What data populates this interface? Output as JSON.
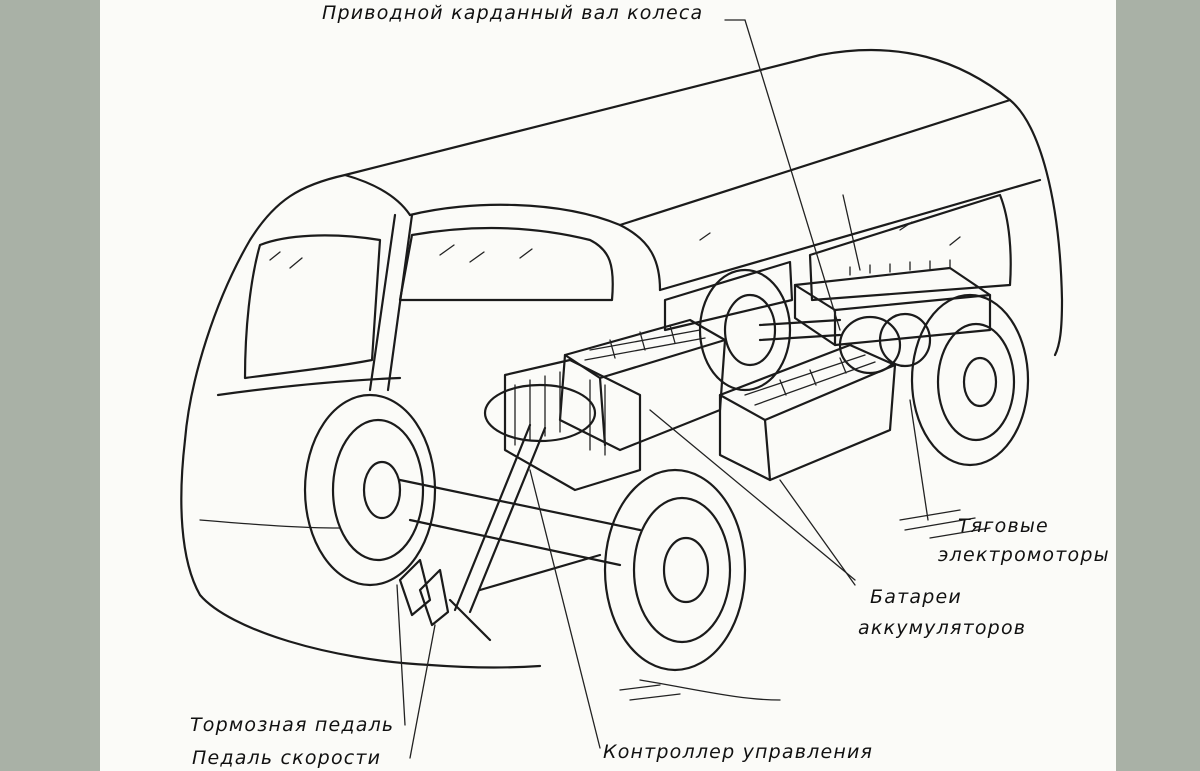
{
  "labels": {
    "drive_shaft": "Приводной карданный вал колеса",
    "traction_motors_line1": "Тяговые",
    "traction_motors_line2": "электромоторы",
    "batteries_line1": "Батареи",
    "batteries_line2": "аккумуляторов",
    "brake_pedal": "Тормозная педаль",
    "speed_pedal": "Педаль скорости",
    "controller": "Контроллер управления"
  },
  "colors": {
    "background": "#a9b1a6",
    "paper": "#fbfbf8",
    "ink": "#1b1b1b"
  }
}
